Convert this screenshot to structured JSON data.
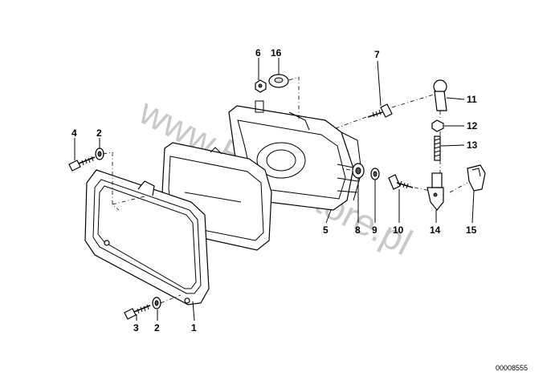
{
  "watermark": "www.BMWstore.pl",
  "reference": "00008555",
  "callouts": {
    "c1": "1",
    "c2a": "2",
    "c2b": "2",
    "c3": "3",
    "c4": "4",
    "c5": "5",
    "c6": "6",
    "c7": "7",
    "c8": "8",
    "c9": "9",
    "c10": "10",
    "c11": "11",
    "c12": "12",
    "c13": "13",
    "c14": "14",
    "c15": "15",
    "c16": "16"
  }
}
